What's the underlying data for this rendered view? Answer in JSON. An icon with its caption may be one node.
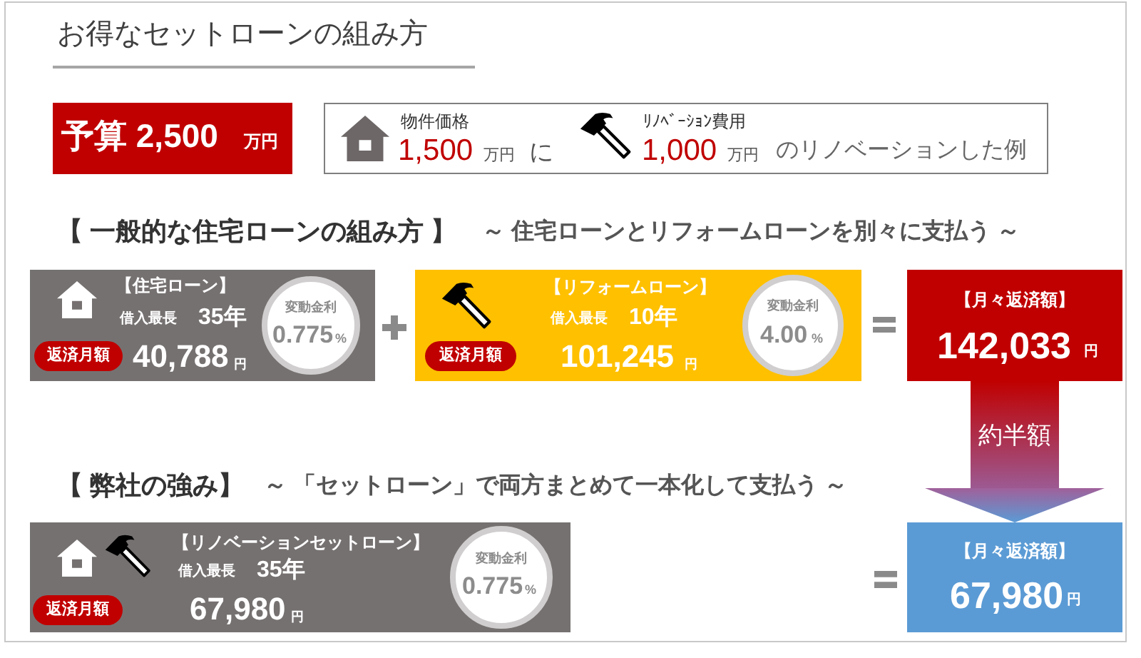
{
  "diagram": {
    "title": "お得なセットローンの組み方",
    "nodes": [
      {
        "text": [
          "予算 2,500",
          "万円"
        ]
      },
      {
        "text": [
          "物件価格",
          "1,500",
          "万円",
          "に",
          "ﾘﾉﾍﾞｰｼｮﾝ費用",
          "1,000",
          "万円",
          "のリノベーションした例"
        ]
      },
      {
        "text": [
          "【住宅ローン】",
          "借入最長",
          "35年",
          "40,788",
          "円"
        ]
      },
      {
        "text": [
          "返済月額"
        ],
        "in": 2
      },
      {
        "text": [
          "変動金利",
          "0.775",
          "%"
        ],
        "in": 2
      },
      {
        "text": [
          "【リフォームローン】",
          "借入最長",
          "10年",
          "101,245",
          "円"
        ]
      },
      {
        "text": [
          "返済月額"
        ],
        "in": 5
      },
      {
        "text": [
          "変動金利",
          "4.00",
          "%"
        ],
        "in": 5
      },
      {
        "text": [
          "【月々返済額】",
          "142,033",
          "円"
        ]
      },
      {
        "text": [
          "【リノベーションセットローン】",
          "借入最長",
          "35年",
          "67,980",
          "円"
        ]
      },
      {
        "text": [
          "返済月額"
        ],
        "in": 9
      },
      {
        "text": [
          "変動金利",
          "0.775",
          "%"
        ],
        "in": 9
      },
      {
        "text": [
          "【月々返済額】",
          "67,980",
          "円"
        ]
      }
    ],
    "edges": [
      {
        "from": 8,
        "to": 12,
        "arrow": "to",
        "label": "約半額"
      }
    ],
    "labels": [
      "【 一般的な住宅ローンの組み方 】",
      "～ 住宅ローンとリフォームローンを別々に支払う ～",
      "【 弊社の強み】",
      "～ 「セットローン」で両方まとめて一本化して支払う ～"
    ]
  }
}
